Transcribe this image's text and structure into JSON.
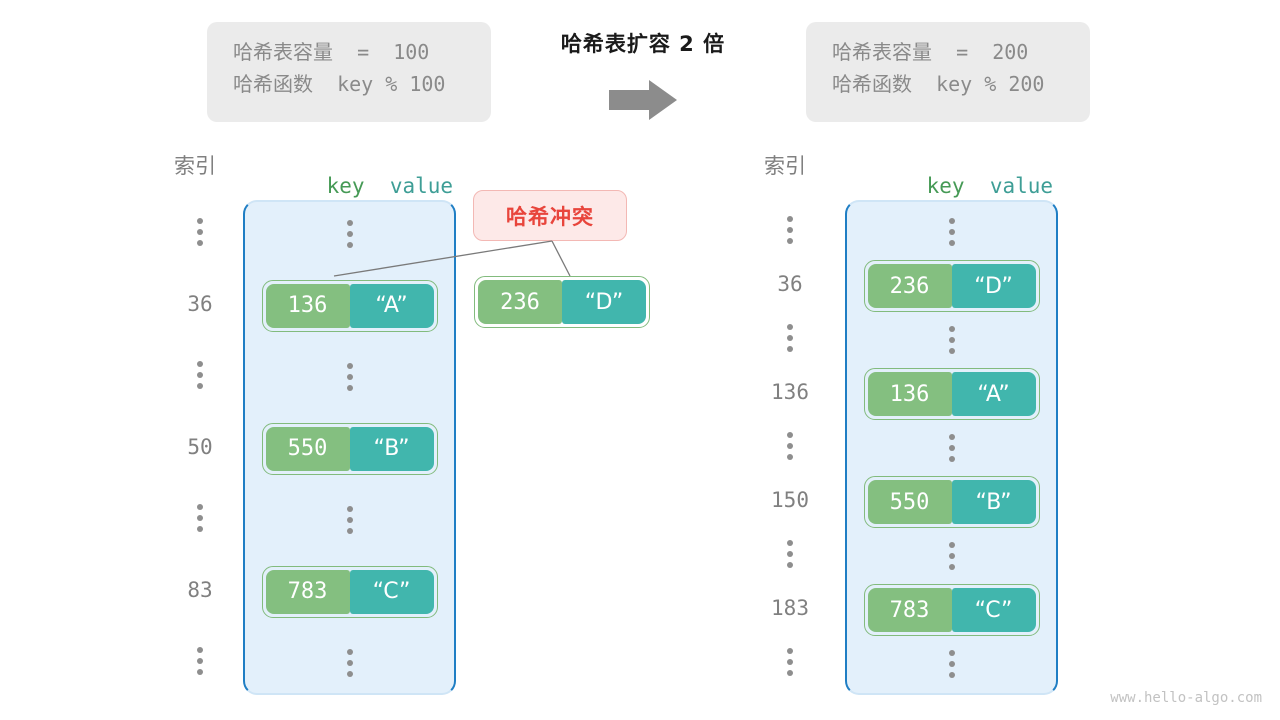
{
  "info_left": {
    "capacity_label": "哈希表容量",
    "capacity_text": "哈希表容量  =  100",
    "hashfn_text": "哈希函数  key % 100"
  },
  "info_right": {
    "capacity_text": "哈希表容量  =  200",
    "hashfn_text": "哈希函数  key % 200"
  },
  "center": {
    "title": "哈希表扩容 2 倍",
    "arrow_icon": "arrow-right-icon"
  },
  "headers": {
    "index": "索引",
    "key": "key",
    "value": "value"
  },
  "collision": {
    "label": "哈希冲突"
  },
  "left_table": {
    "indices": [
      "⋮",
      "36",
      "⋮",
      "50",
      "⋮",
      "83",
      "⋮"
    ],
    "rows": [
      {
        "type": "dots"
      },
      {
        "type": "entry",
        "key": "136",
        "value": "“A”"
      },
      {
        "type": "dots"
      },
      {
        "type": "entry",
        "key": "550",
        "value": "“B”"
      },
      {
        "type": "dots"
      },
      {
        "type": "entry",
        "key": "783",
        "value": "“C”"
      },
      {
        "type": "dots"
      }
    ]
  },
  "standalone_entry": {
    "key": "236",
    "value": "“D”"
  },
  "right_table": {
    "indices": [
      "⋮",
      "36",
      "⋮",
      "136",
      "⋮",
      "150",
      "⋮",
      "183",
      "⋮"
    ],
    "rows": [
      {
        "type": "dots"
      },
      {
        "type": "entry",
        "key": "236",
        "value": "“D”"
      },
      {
        "type": "dots"
      },
      {
        "type": "entry",
        "key": "136",
        "value": "“A”"
      },
      {
        "type": "dots"
      },
      {
        "type": "entry",
        "key": "550",
        "value": "“B”"
      },
      {
        "type": "dots"
      },
      {
        "type": "entry",
        "key": "783",
        "value": "“C”"
      },
      {
        "type": "dots"
      }
    ]
  },
  "watermark": "www.hello-algo.com",
  "colors": {
    "key_cell": "#84bf80",
    "value_cell": "#41b6ad",
    "bucket_bg": "#e3f0fb",
    "bucket_border": "#1f7ec4",
    "collision_text": "#e8453c",
    "collision_bg": "#fde9e8",
    "info_bg": "#ebebeb",
    "arrow": "#8c8c8c"
  }
}
